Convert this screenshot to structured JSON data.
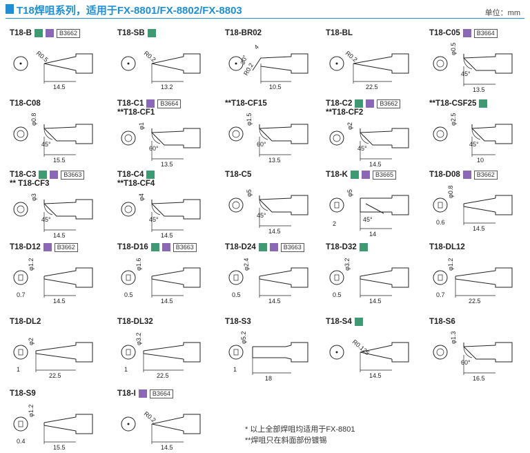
{
  "header": {
    "title": "T18焊咀系列，适用于FX-8801/FX-8802/FX-8803",
    "unit": "单位：mm"
  },
  "colors": {
    "accent": "#1c8fd6",
    "green_swatch": "#3d9a73",
    "purple_swatch": "#8b67b8"
  },
  "tips": [
    {
      "model": "T18-B",
      "green": true,
      "purple": true,
      "code": "B3662",
      "dims": [
        "R0.5",
        "14.5"
      ]
    },
    {
      "model": "T18-SB",
      "green": true,
      "purple": false,
      "dims": [
        "R0.2",
        "13.2"
      ]
    },
    {
      "model": "T18-BR02",
      "dims": [
        "4",
        "30°",
        "R0.2",
        "10.5"
      ]
    },
    {
      "model": "T18-BL",
      "dims": [
        "R0.2",
        "22.5"
      ]
    },
    {
      "model": "T18-C05",
      "purple": true,
      "code": "B3664",
      "dims": [
        "φ0.5",
        "45°",
        "13.5"
      ]
    },
    {
      "model": "T18-C08",
      "dims": [
        "φ0.8",
        "45°",
        "15.5"
      ]
    },
    {
      "model": "T18-C1",
      "purple": true,
      "code": "B3664",
      "sub": "**T18-CF1",
      "dims": [
        "φ1",
        "60°",
        "13.5"
      ]
    },
    {
      "model": "**T18-CF15",
      "dims": [
        "φ1.5",
        "60°",
        "13.5"
      ]
    },
    {
      "model": "T18-C2",
      "green": true,
      "purple": true,
      "code": "B3662",
      "sub": "**T18-CF2",
      "dims": [
        "φ2",
        "45°",
        "14.5"
      ]
    },
    {
      "model": "**T18-CSF25",
      "green": true,
      "dims": [
        "φ2.5",
        "45°",
        "10"
      ]
    },
    {
      "model": "T18-C3",
      "green": true,
      "purple": true,
      "code": "B3663",
      "sub": "** T18-CF3",
      "dims": [
        "φ3",
        "45°",
        "14.5"
      ]
    },
    {
      "model": "T18-C4",
      "green": true,
      "sub": "**T18-CF4",
      "dims": [
        "φ4",
        "45°",
        "14.5"
      ]
    },
    {
      "model": "T18-C5",
      "dims": [
        "φ5",
        "45°",
        "14.5"
      ]
    },
    {
      "model": "T18-K",
      "green": true,
      "purple": true,
      "code": "B3665",
      "dims": [
        "φ5",
        "2",
        "45°",
        "14"
      ]
    },
    {
      "model": "T18-D08",
      "purple": true,
      "code": "B3662",
      "dims": [
        "φ0.8",
        "0.6",
        "14.5"
      ]
    },
    {
      "model": "T18-D12",
      "purple": true,
      "code": "B3662",
      "dims": [
        "φ1.2",
        "0.7",
        "14.5"
      ]
    },
    {
      "model": "T18-D16",
      "green": true,
      "purple": true,
      "code": "B3663",
      "dims": [
        "φ1.6",
        "0.5",
        "14.5"
      ]
    },
    {
      "model": "T18-D24",
      "green": true,
      "purple": true,
      "code": "B3663",
      "dims": [
        "φ2.4",
        "0.5",
        "14.5"
      ]
    },
    {
      "model": "T18-D32",
      "green": true,
      "dims": [
        "φ3.2",
        "0.5",
        "14.5"
      ]
    },
    {
      "model": "T18-DL12",
      "dims": [
        "φ1.2",
        "0.7",
        "22.5"
      ]
    },
    {
      "model": "T18-DL2",
      "dims": [
        "φ2",
        "1",
        "22.5"
      ]
    },
    {
      "model": "T18-DL32",
      "dims": [
        "φ3.2",
        "1",
        "22.5"
      ]
    },
    {
      "model": "T18-S3",
      "dims": [
        "φ5.2",
        "1",
        "18"
      ]
    },
    {
      "model": "T18-S4",
      "green": true,
      "dims": [
        "R0.125",
        "14.5"
      ]
    },
    {
      "model": "T18-S6",
      "dims": [
        "φ1.3",
        "60°",
        "16.5"
      ]
    },
    {
      "model": "T18-S9",
      "dims": [
        "φ1.2",
        "0.4",
        "15.5"
      ]
    },
    {
      "model": "T18-I",
      "purple": true,
      "code": "B3664",
      "dims": [
        "R0.2",
        "14.5"
      ]
    }
  ],
  "notes": {
    "line1": "*  以上全部焊咀均适用于FX-8801",
    "line2": "**焊咀只在斜面部份镀锡"
  }
}
